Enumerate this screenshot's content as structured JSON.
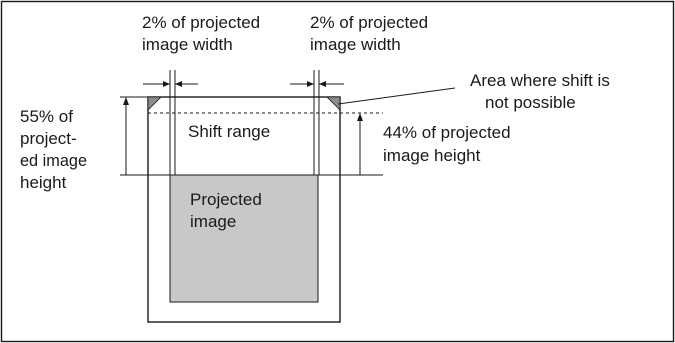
{
  "labels": {
    "left_width_line1": "2% of projected",
    "left_width_line2": "image width",
    "right_width_line1": "2% of projected",
    "right_width_line2": "image width",
    "no_shift_line1": "Area where shift is",
    "no_shift_line2": "not possible",
    "height55_line1": "55% of",
    "height55_line2": "project-",
    "height55_line3": "ed image",
    "height55_line4": "height",
    "shift_range": "Shift range",
    "height44_line1": "44% of projected",
    "height44_line2": "image height",
    "projected_line1": "Projected",
    "projected_line2": "image"
  },
  "colors": {
    "projected_image_fill": "#c8c8c8",
    "no_shift_corner_fill": "#8c8c8c",
    "line": "#1a1a1a"
  }
}
